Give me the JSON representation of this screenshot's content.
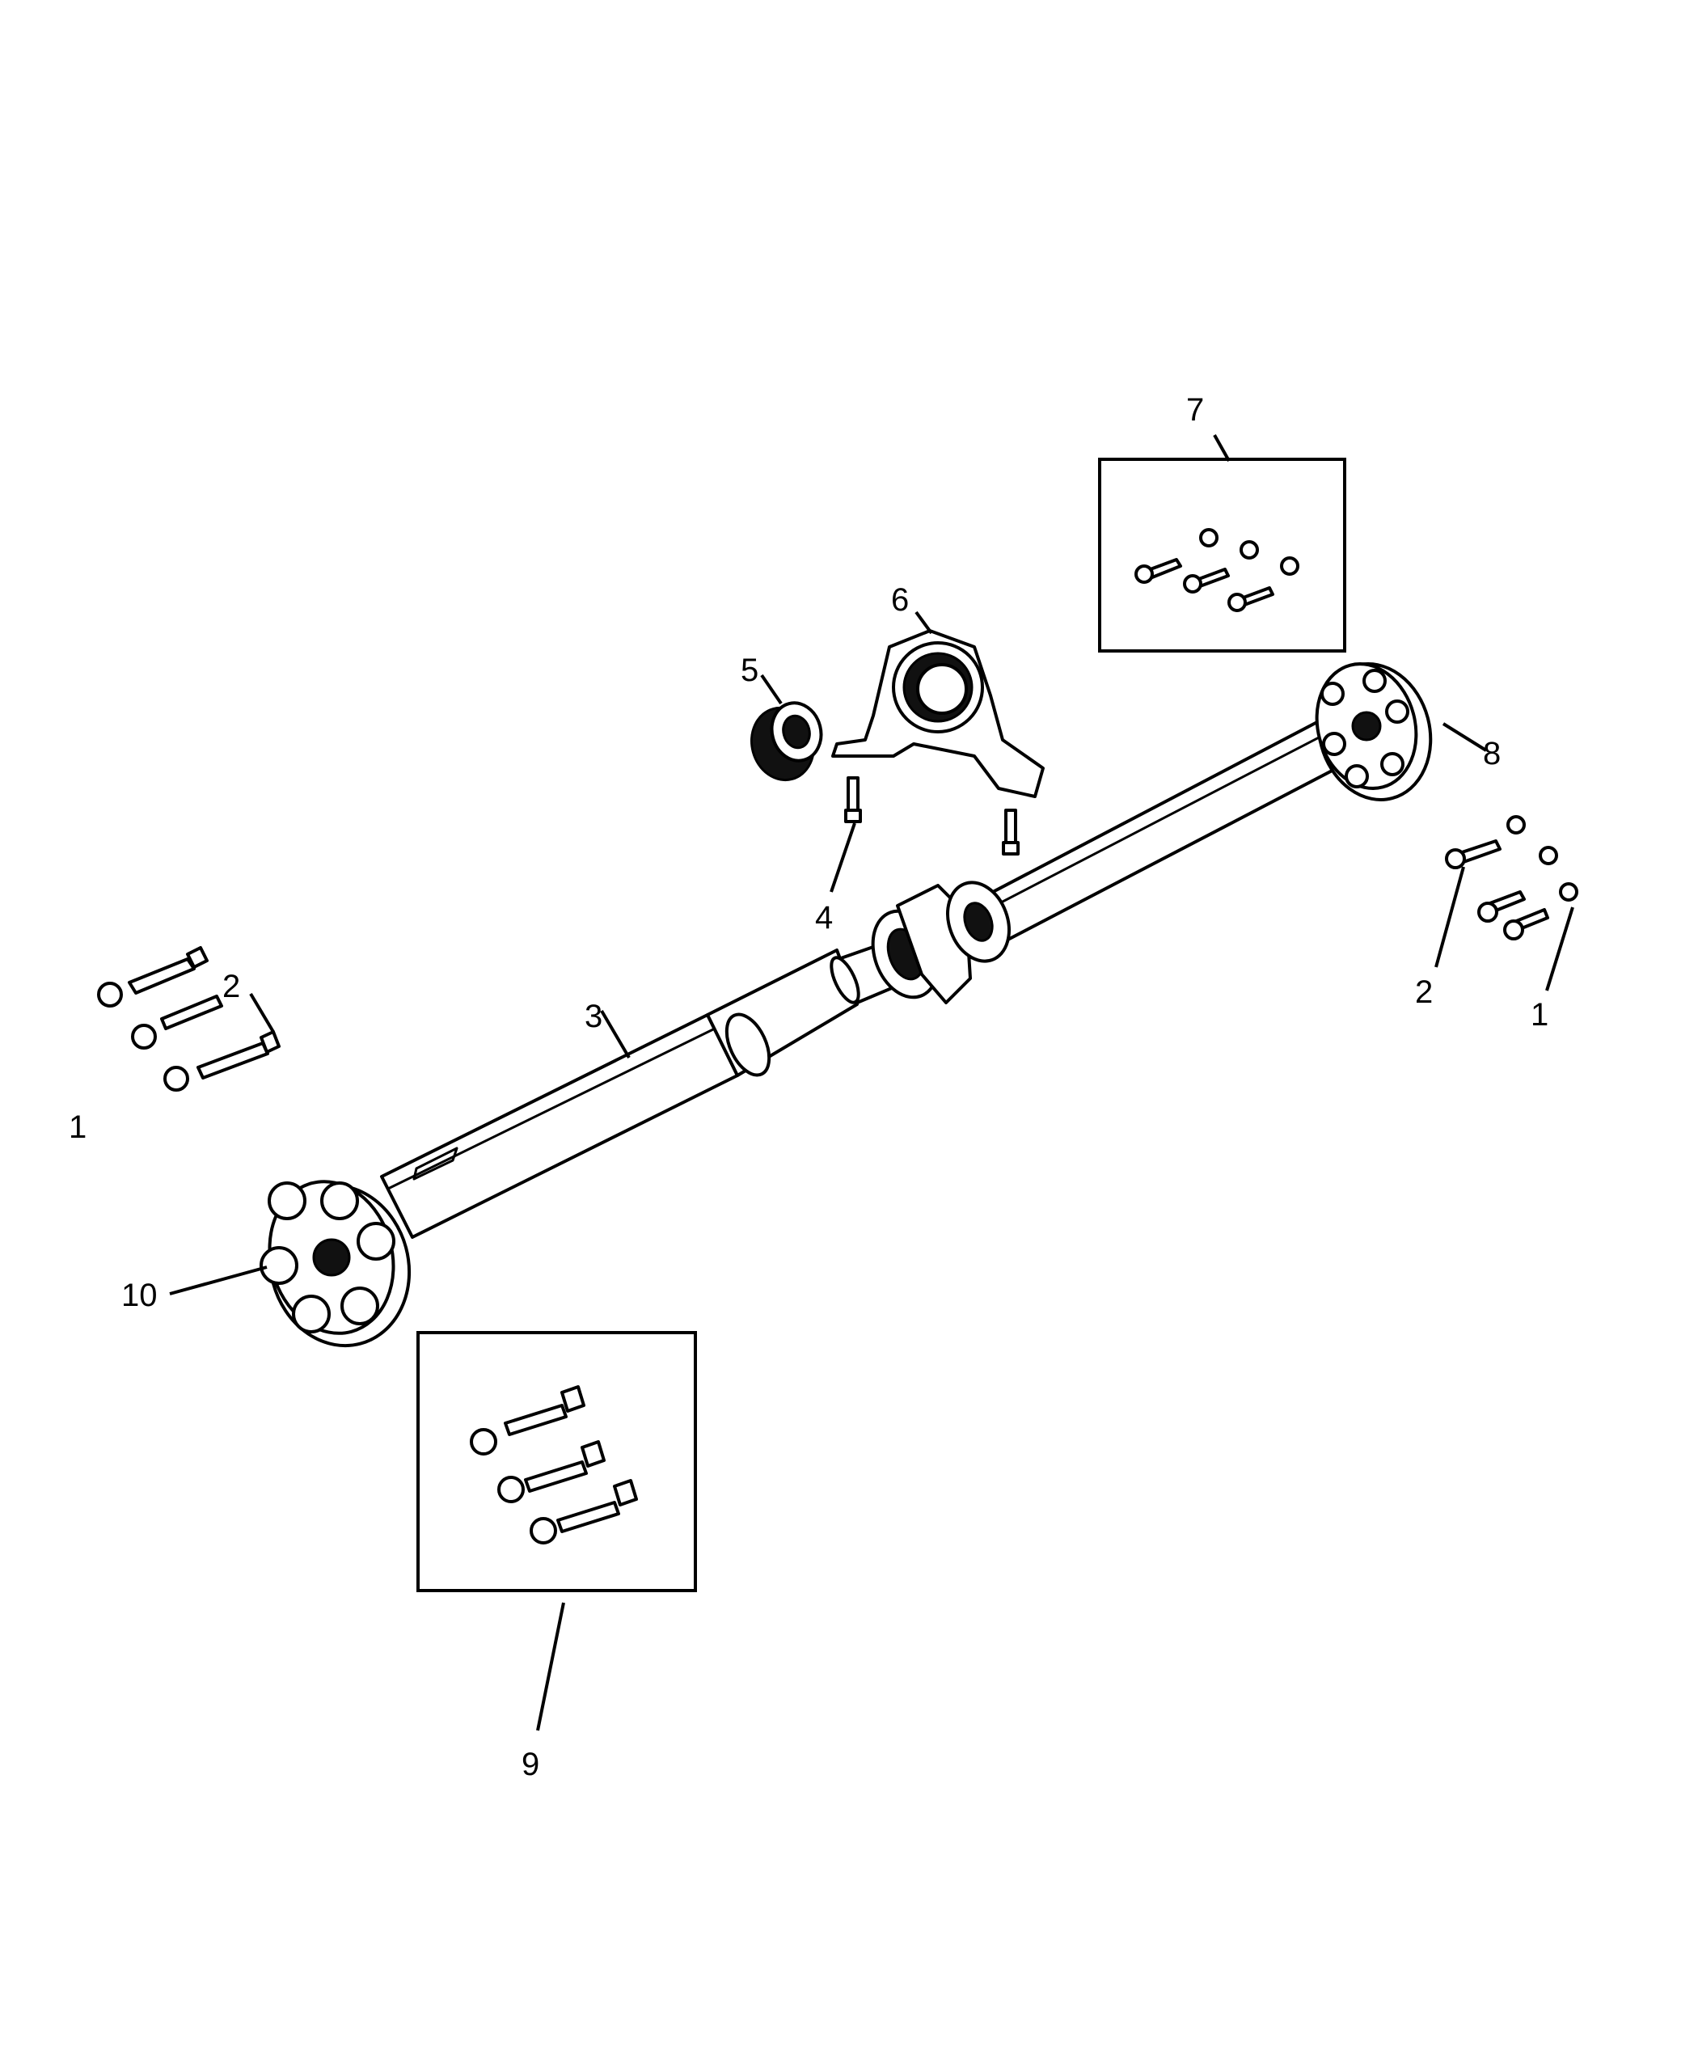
{
  "callouts": {
    "c1_left": "1",
    "c2_left": "2",
    "c3": "3",
    "c4": "4",
    "c5": "5",
    "c6": "6",
    "c7": "7",
    "c8": "8",
    "c9": "9",
    "c10": "10",
    "c2_right": "2",
    "c1_right": "1"
  }
}
